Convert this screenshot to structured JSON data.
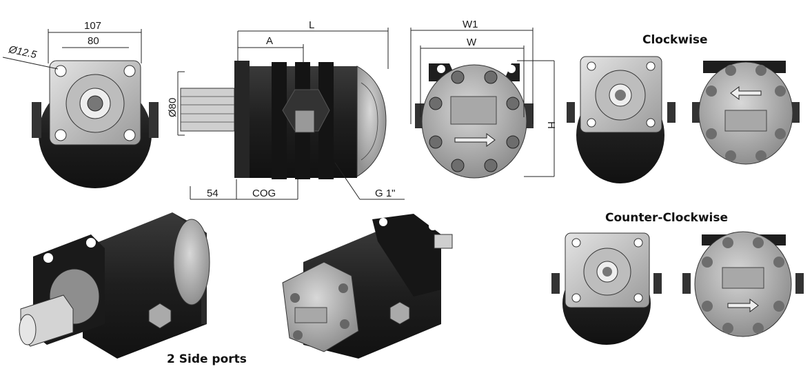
{
  "labels": {
    "clockwise": "Clockwise",
    "counter_clockwise": "Counter-Clockwise",
    "side_ports": "2 Side ports"
  },
  "dimensions": {
    "flange_width": "107",
    "bolt_spacing": "80",
    "hole_diameter": "Ø12.5",
    "length": "L",
    "a": "A",
    "pilot_diameter": "Ø80",
    "shaft_length": "54",
    "cog": "COG",
    "port_thread": "G 1\"",
    "w1": "W1",
    "w": "W",
    "h": "H"
  },
  "colors": {
    "body_dark": "#1c1c1c",
    "body_mid": "#2e2e2e",
    "metal_light": "#c8c8c8",
    "metal_mid": "#9a9a9a",
    "line": "#222222"
  }
}
